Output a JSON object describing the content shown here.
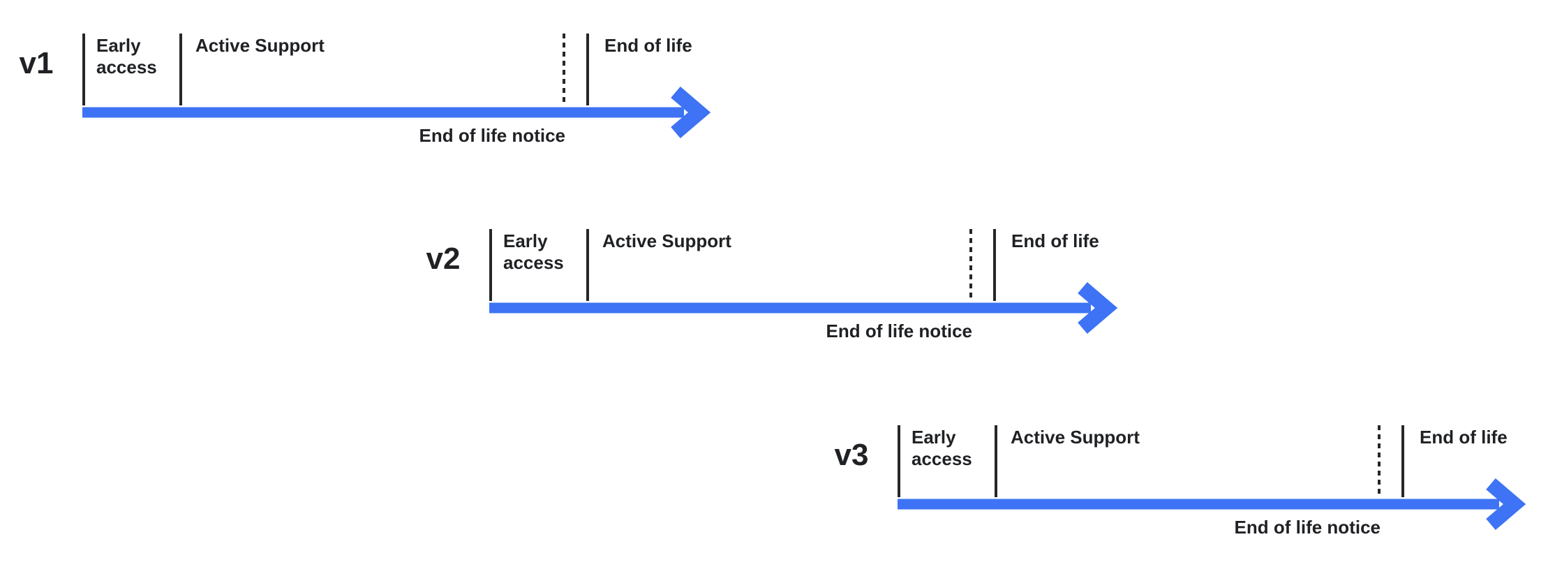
{
  "diagram": {
    "type": "version-lifecycle-timelines",
    "colors": {
      "arrow_accent": "#3d73f4",
      "ink": "#1f2124",
      "background": "#ffffff"
    },
    "timelines": [
      {
        "version": "v1",
        "early_access": "Early access",
        "active_support": "Active Support",
        "end_of_life": "End of life",
        "end_of_life_notice": "End of life notice"
      },
      {
        "version": "v2",
        "early_access": "Early access",
        "active_support": "Active Support",
        "end_of_life": "End of life",
        "end_of_life_notice": "End of life notice"
      },
      {
        "version": "v3",
        "early_access": "Early access",
        "active_support": "Active Support",
        "end_of_life": "End of life",
        "end_of_life_notice": "End of life notice"
      }
    ]
  }
}
